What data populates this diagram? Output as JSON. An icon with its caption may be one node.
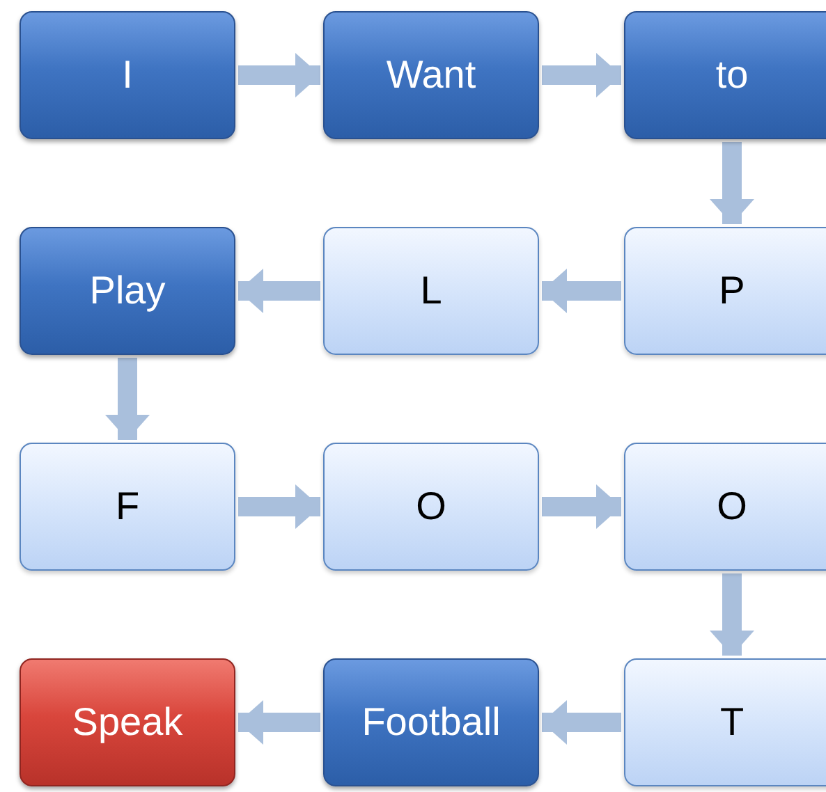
{
  "diagram": {
    "nodes": [
      {
        "text": [
          "I"
        ]
      },
      {
        "text": [
          "Want"
        ]
      },
      {
        "text": [
          "to"
        ]
      },
      {
        "text": [
          "Play"
        ]
      },
      {
        "text": [
          "L"
        ]
      },
      {
        "text": [
          "P"
        ]
      },
      {
        "text": [
          "F"
        ]
      },
      {
        "text": [
          "O"
        ]
      },
      {
        "text": [
          "O"
        ]
      },
      {
        "text": [
          "Speak"
        ]
      },
      {
        "text": [
          "Football"
        ]
      },
      {
        "text": [
          "T"
        ]
      }
    ],
    "edges": [
      {
        "from": 0,
        "to": 1,
        "arrow": "to"
      },
      {
        "from": 1,
        "to": 2,
        "arrow": "to"
      },
      {
        "from": 2,
        "to": 5,
        "arrow": "to"
      },
      {
        "from": 5,
        "to": 4,
        "arrow": "to"
      },
      {
        "from": 4,
        "to": 3,
        "arrow": "to"
      },
      {
        "from": 3,
        "to": 6,
        "arrow": "to"
      },
      {
        "from": 6,
        "to": 7,
        "arrow": "to"
      },
      {
        "from": 7,
        "to": 8,
        "arrow": "to"
      },
      {
        "from": 8,
        "to": 11,
        "arrow": "to"
      },
      {
        "from": 11,
        "to": 10,
        "arrow": "to"
      },
      {
        "from": 10,
        "to": 9,
        "arrow": "to"
      }
    ]
  }
}
